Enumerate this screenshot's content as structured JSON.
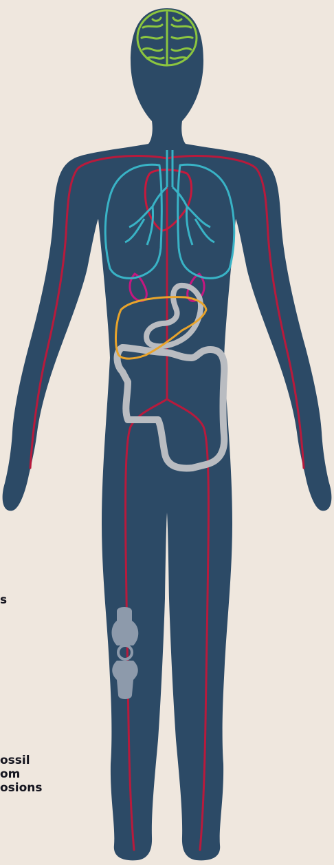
{
  "colors": {
    "background": "#efe7de",
    "body": "#2c4a66",
    "brain": "#8cc63f",
    "lungs": "#39b3c6",
    "heart": "#c8193c",
    "kidneys": "#c4177f",
    "liver": "#e9a42b",
    "intestines": "#b9bcc1",
    "blood_vessels": "#b81a3c",
    "knee_joint": "#8d9aab",
    "text": "#15151f"
  },
  "organs": [
    {
      "name": "brain",
      "icon": "brain-icon"
    },
    {
      "name": "lungs",
      "icon": "lungs-icon"
    },
    {
      "name": "heart",
      "icon": "heart-icon"
    },
    {
      "name": "kidneys",
      "icon": "kidney-icon"
    },
    {
      "name": "liver",
      "icon": "liver-icon"
    },
    {
      "name": "stomach",
      "icon": "stomach-icon"
    },
    {
      "name": "intestines",
      "icon": "intestines-icon"
    },
    {
      "name": "blood vessels",
      "icon": "blood-vessel-icon"
    },
    {
      "name": "knee joint",
      "icon": "knee-joint-icon"
    }
  ],
  "side_text": {
    "fragment_1": "s",
    "fragment_2_line1": "ossil",
    "fragment_2_line2": "om",
    "fragment_2_line3": "osions"
  }
}
